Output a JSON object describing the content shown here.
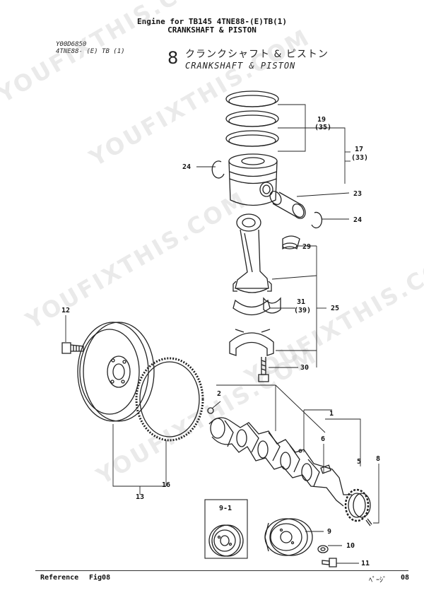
{
  "header": {
    "line1": "Engine for TB145  4TNE88-(E)TB(1)",
    "line2": "CRANKSHAFT & PISTON"
  },
  "doc_code": {
    "code": "Y00D6850",
    "model": "4TNE88- (E) TB (1)"
  },
  "section": {
    "number": "8",
    "title_jp": "クランクシャフト & ピストン",
    "title_en": "CRANKSHAFT & PISTON"
  },
  "watermarks": [
    "YOUFIXTHIS.COM",
    "YOUFIXTHIS.COM",
    "YOUFIXTHIS.COM",
    "YOUFIXTHIS.COM",
    "YOUFIXTHIS.COM"
  ],
  "callouts": {
    "p19": "19",
    "p35": "(35)",
    "p17": "17",
    "p33": "(33)",
    "p24a": "24",
    "p23": "23",
    "p24b": "24",
    "p29": "29",
    "p31": "31",
    "p39": "(39)",
    "p25": "25",
    "p30": "30",
    "p12": "12",
    "p2": "2",
    "p1": "1",
    "p6": "6",
    "p5": "5",
    "p8": "8",
    "p16": "16",
    "p13": "13",
    "p91": "9-1",
    "p9": "9",
    "p10": "10",
    "p11": "11"
  },
  "footer": {
    "reference": "Reference",
    "fig": "Fig08",
    "page_label": "ﾍﾟｰｼﾞ",
    "page": "08"
  }
}
